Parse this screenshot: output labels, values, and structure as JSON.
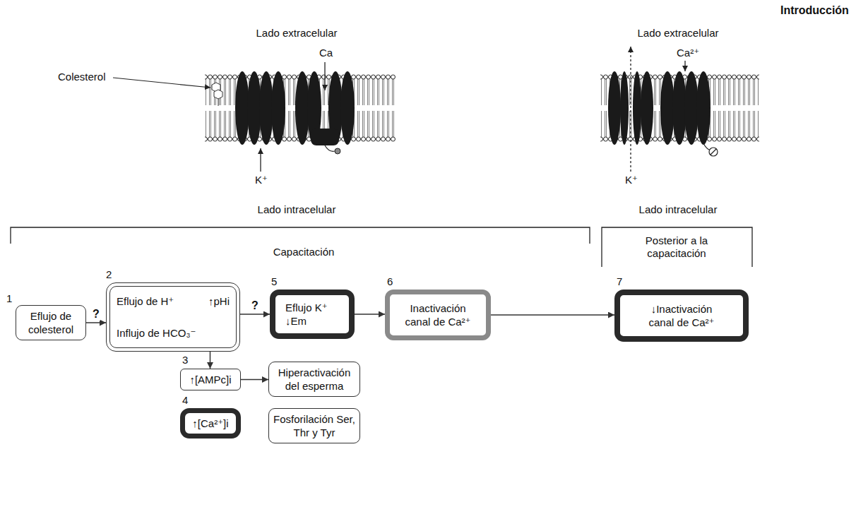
{
  "diagram": {
    "nodes": [
      {
        "text": [
          "Eflujo de colesterol"
        ]
      },
      {
        "text": [
          "Eflujo de H⁺",
          "↑pHi",
          "Influjo de HCO₃⁻"
        ]
      },
      {
        "text": [
          "↑[AMPc]i"
        ]
      },
      {
        "text": [
          "Hiperactivación del esperma"
        ]
      },
      {
        "text": [
          "↑[Ca²⁺]i"
        ]
      },
      {
        "text": [
          "Fosforilación Ser, Thr y Tyr"
        ]
      },
      {
        "text": [
          "Eflujo K⁺",
          "↓Em"
        ]
      },
      {
        "text": [
          "Inactivación canal de Ca²⁺"
        ]
      },
      {
        "text": [
          "↓Inactivación canal de Ca²⁺"
        ]
      }
    ],
    "edges": [
      {
        "from": 0,
        "to": 1,
        "label": "?",
        "arrow": "to"
      },
      {
        "from": 1,
        "to": 6,
        "label": "?",
        "arrow": "to"
      },
      {
        "from": 1,
        "to": 2,
        "arrow": "to"
      },
      {
        "from": 2,
        "to": 3,
        "arrow": "to"
      },
      {
        "from": 6,
        "to": 7,
        "arrow": "to"
      },
      {
        "from": 7,
        "to": 8,
        "arrow": "to"
      }
    ],
    "labels": [
      "Introducción",
      "Lado extracelular",
      "Colesterol",
      "Ca",
      "K⁺",
      "Lado intracelular",
      "Lado extracelular",
      "Ca²⁺",
      "K⁺",
      "Lado intracelular",
      "Capacitación",
      "Posterior a la capacitación",
      "1",
      "2",
      "3",
      "4",
      "5",
      "6",
      "7"
    ]
  }
}
